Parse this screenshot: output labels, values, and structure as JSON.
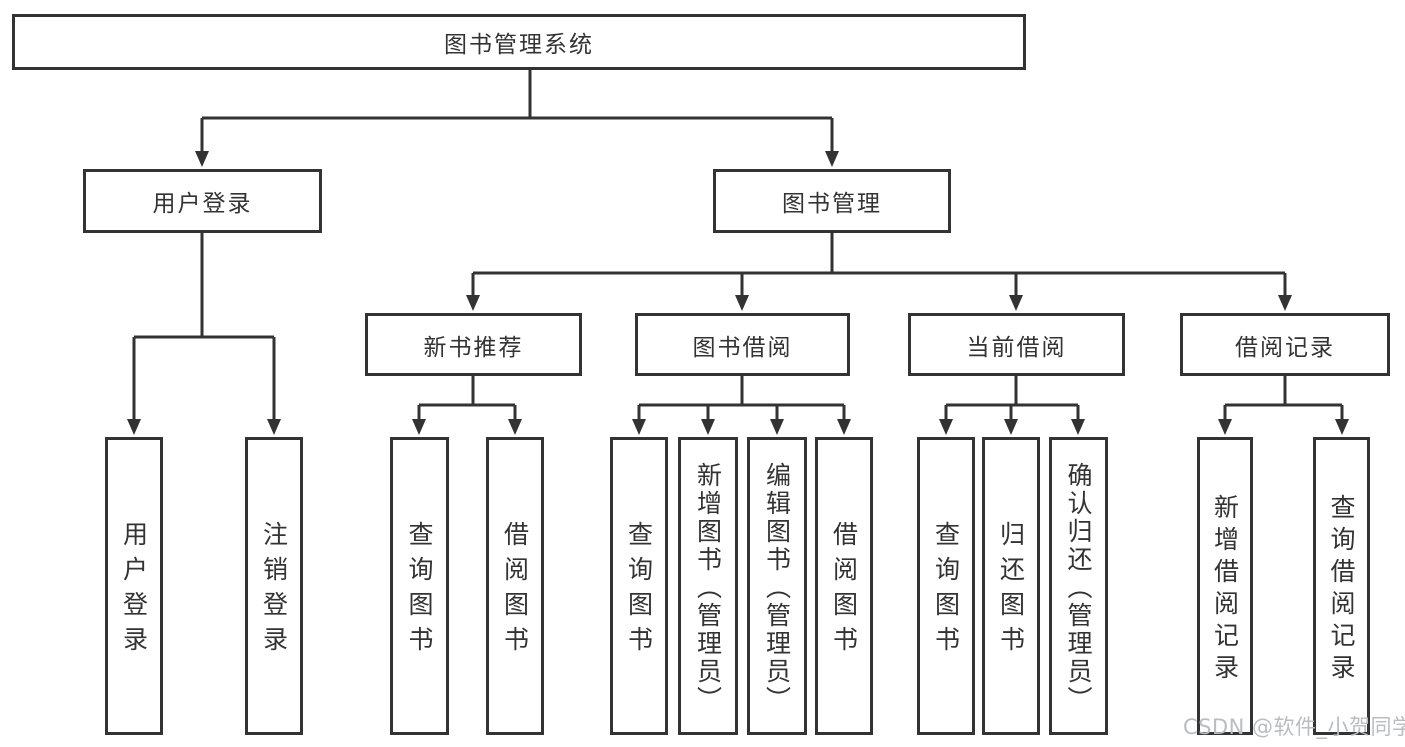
{
  "diagram_title": "图书管理系统",
  "colors": {
    "line": "#333333",
    "box_border": "#333333",
    "box_fill": "#ffffff",
    "text": "#333333",
    "watermark_text": "#b9bdc3"
  },
  "tree": {
    "label": "图书管理系统",
    "children": [
      {
        "label": "用户登录",
        "children": [
          {
            "label": "用户登录"
          },
          {
            "label": "注销登录"
          }
        ]
      },
      {
        "label": "图书管理",
        "children": [
          {
            "label": "新书推荐",
            "children": [
              {
                "label": "查询图书"
              },
              {
                "label": "借阅图书"
              }
            ]
          },
          {
            "label": "图书借阅",
            "children": [
              {
                "label": "查询图书"
              },
              {
                "label": "新增图书（管理员）"
              },
              {
                "label": "编辑图书（管理员）"
              },
              {
                "label": "借阅图书"
              }
            ]
          },
          {
            "label": "当前借阅",
            "children": [
              {
                "label": "查询图书"
              },
              {
                "label": "归还图书"
              },
              {
                "label": "确认归还（管理员）"
              }
            ]
          },
          {
            "label": "借阅记录",
            "children": [
              {
                "label": "新增借阅记录"
              },
              {
                "label": "查询借阅记录"
              }
            ]
          }
        ]
      }
    ]
  },
  "watermark": {
    "text": "CSDN @软件_小贺同学"
  }
}
